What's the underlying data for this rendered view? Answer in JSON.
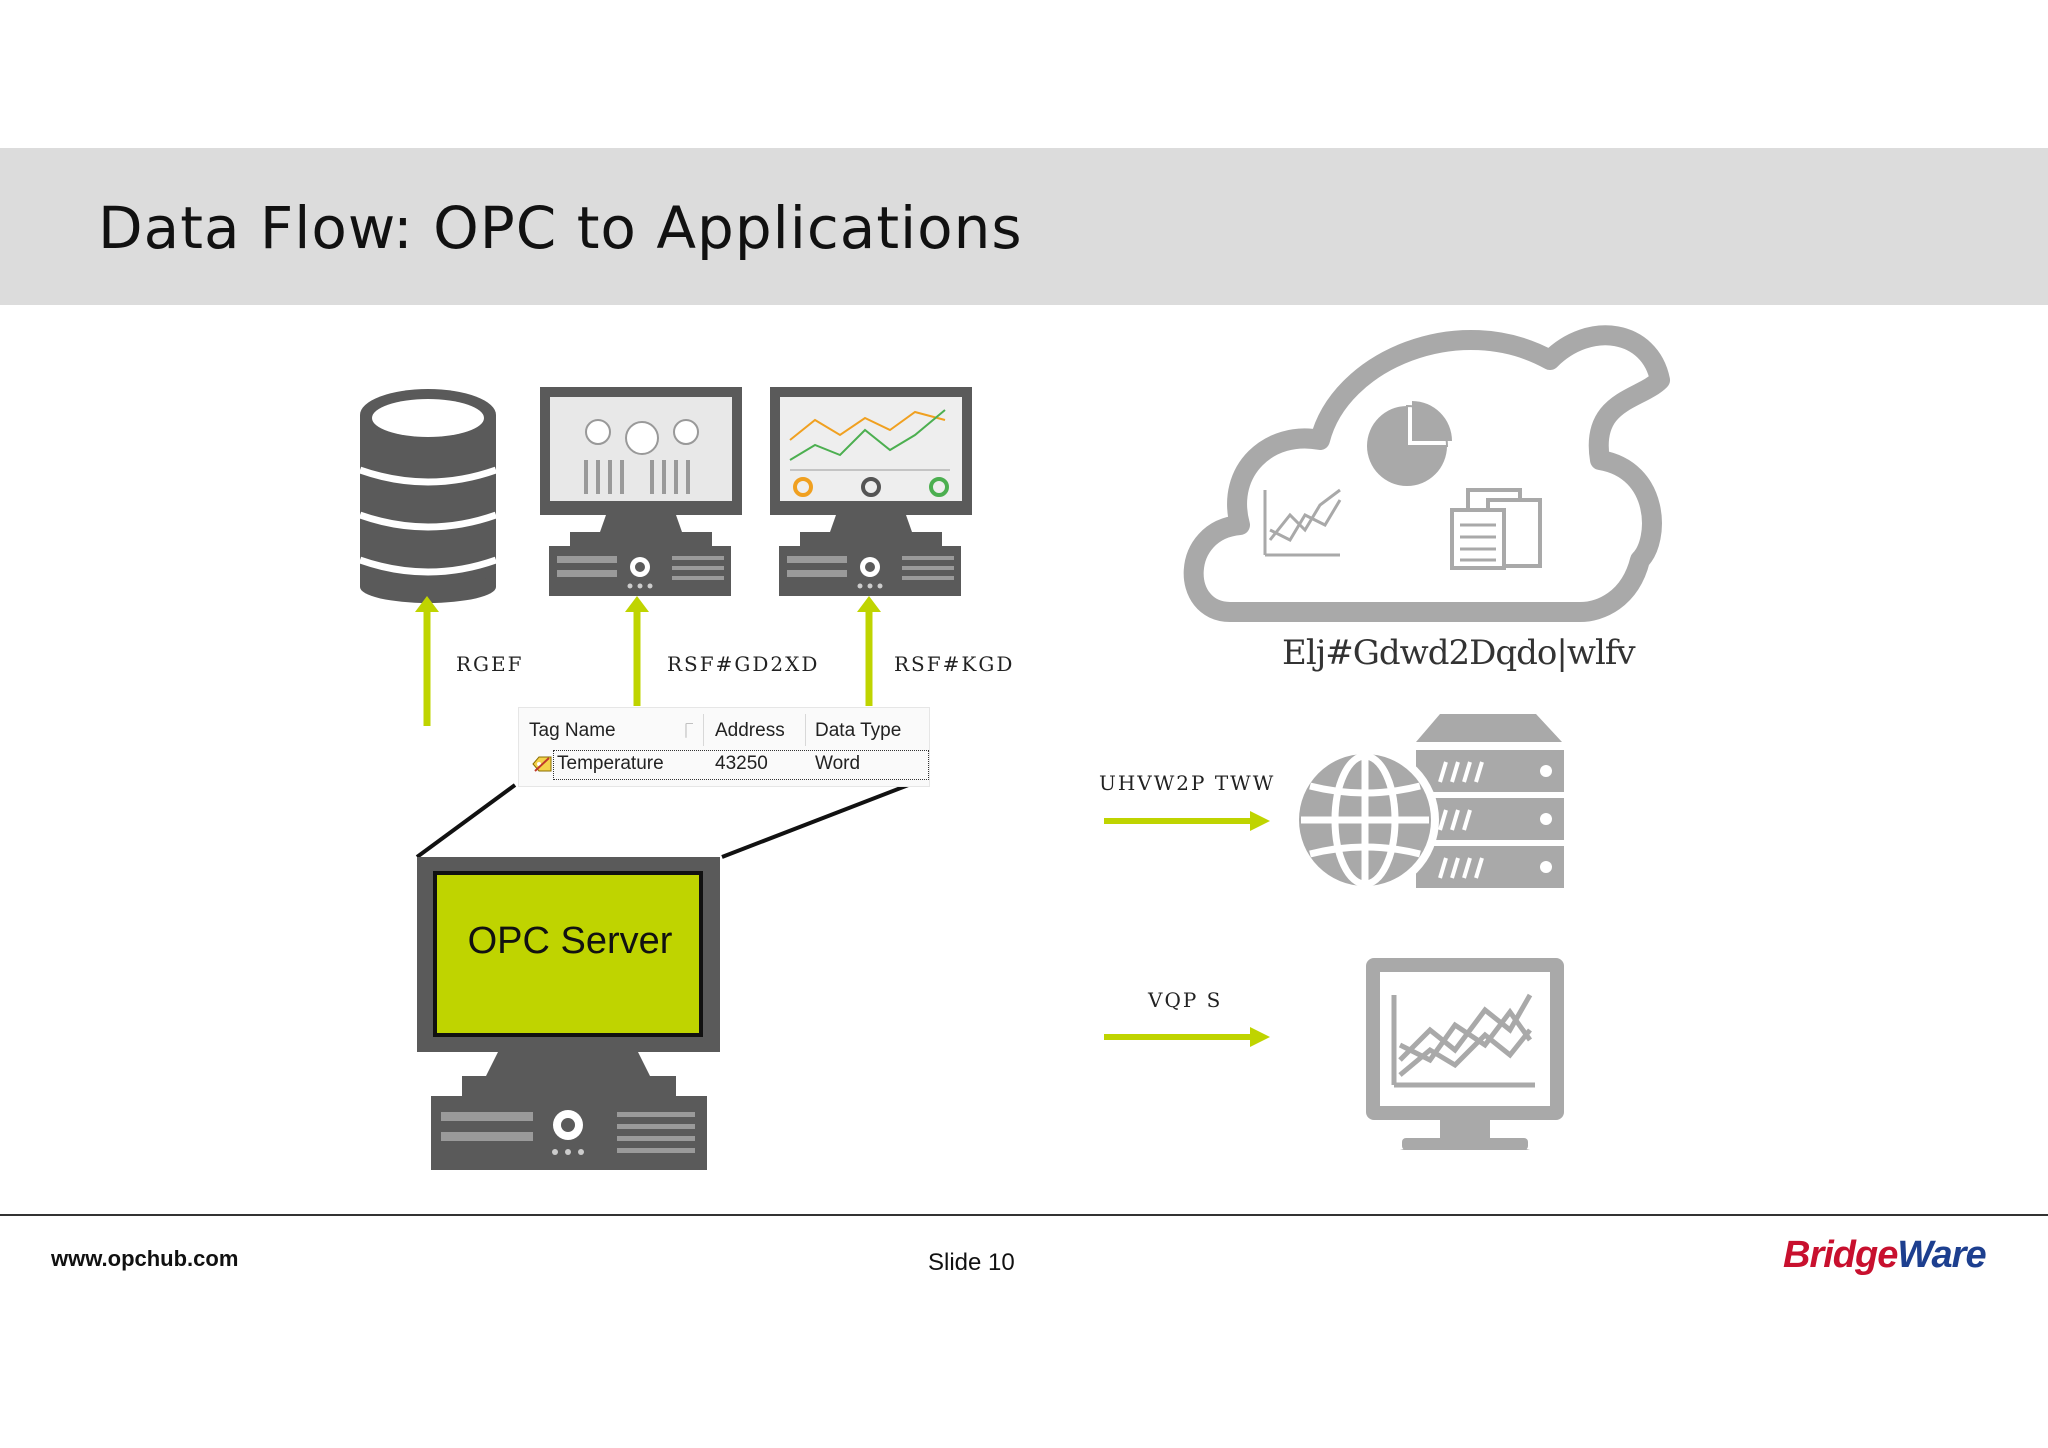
{
  "slide": {
    "title": "Data Flow: OPC to Applications",
    "number_label": "Slide 10"
  },
  "labels": {
    "database_arrow": "RGEF",
    "hmi_arrow": "RSF#GD2XD",
    "trend_arrow": "RSF#KGD",
    "cloud_caption": "Elj#Gdwd2Dqdo|wlfv",
    "web_arrow": "UHVW2P TWW",
    "snmp_arrow": "VQP S"
  },
  "tag_table": {
    "headers": [
      "Tag Name",
      "Address",
      "Data Type"
    ],
    "rows": [
      {
        "tag_name": "Temperature",
        "address": "43250",
        "data_type": "Word"
      }
    ]
  },
  "server": {
    "label": "OPC Server"
  },
  "footer": {
    "url": "www.opchub.com",
    "logo_part1": "Bridge",
    "logo_part2": "Ware"
  },
  "colors": {
    "accent_green": "#bfd400",
    "icon_dark_gray": "#5a5a5a",
    "icon_light_gray": "#a9a9a9",
    "title_band": "#dcdcdc",
    "logo_red": "#c8102e",
    "logo_blue": "#1d3f8f"
  },
  "icons": [
    "database-icon",
    "hmi-workstation-icon",
    "trend-workstation-icon",
    "cloud-analytics-icon",
    "web-server-icon",
    "monitor-chart-icon",
    "opc-server-workstation-icon"
  ]
}
